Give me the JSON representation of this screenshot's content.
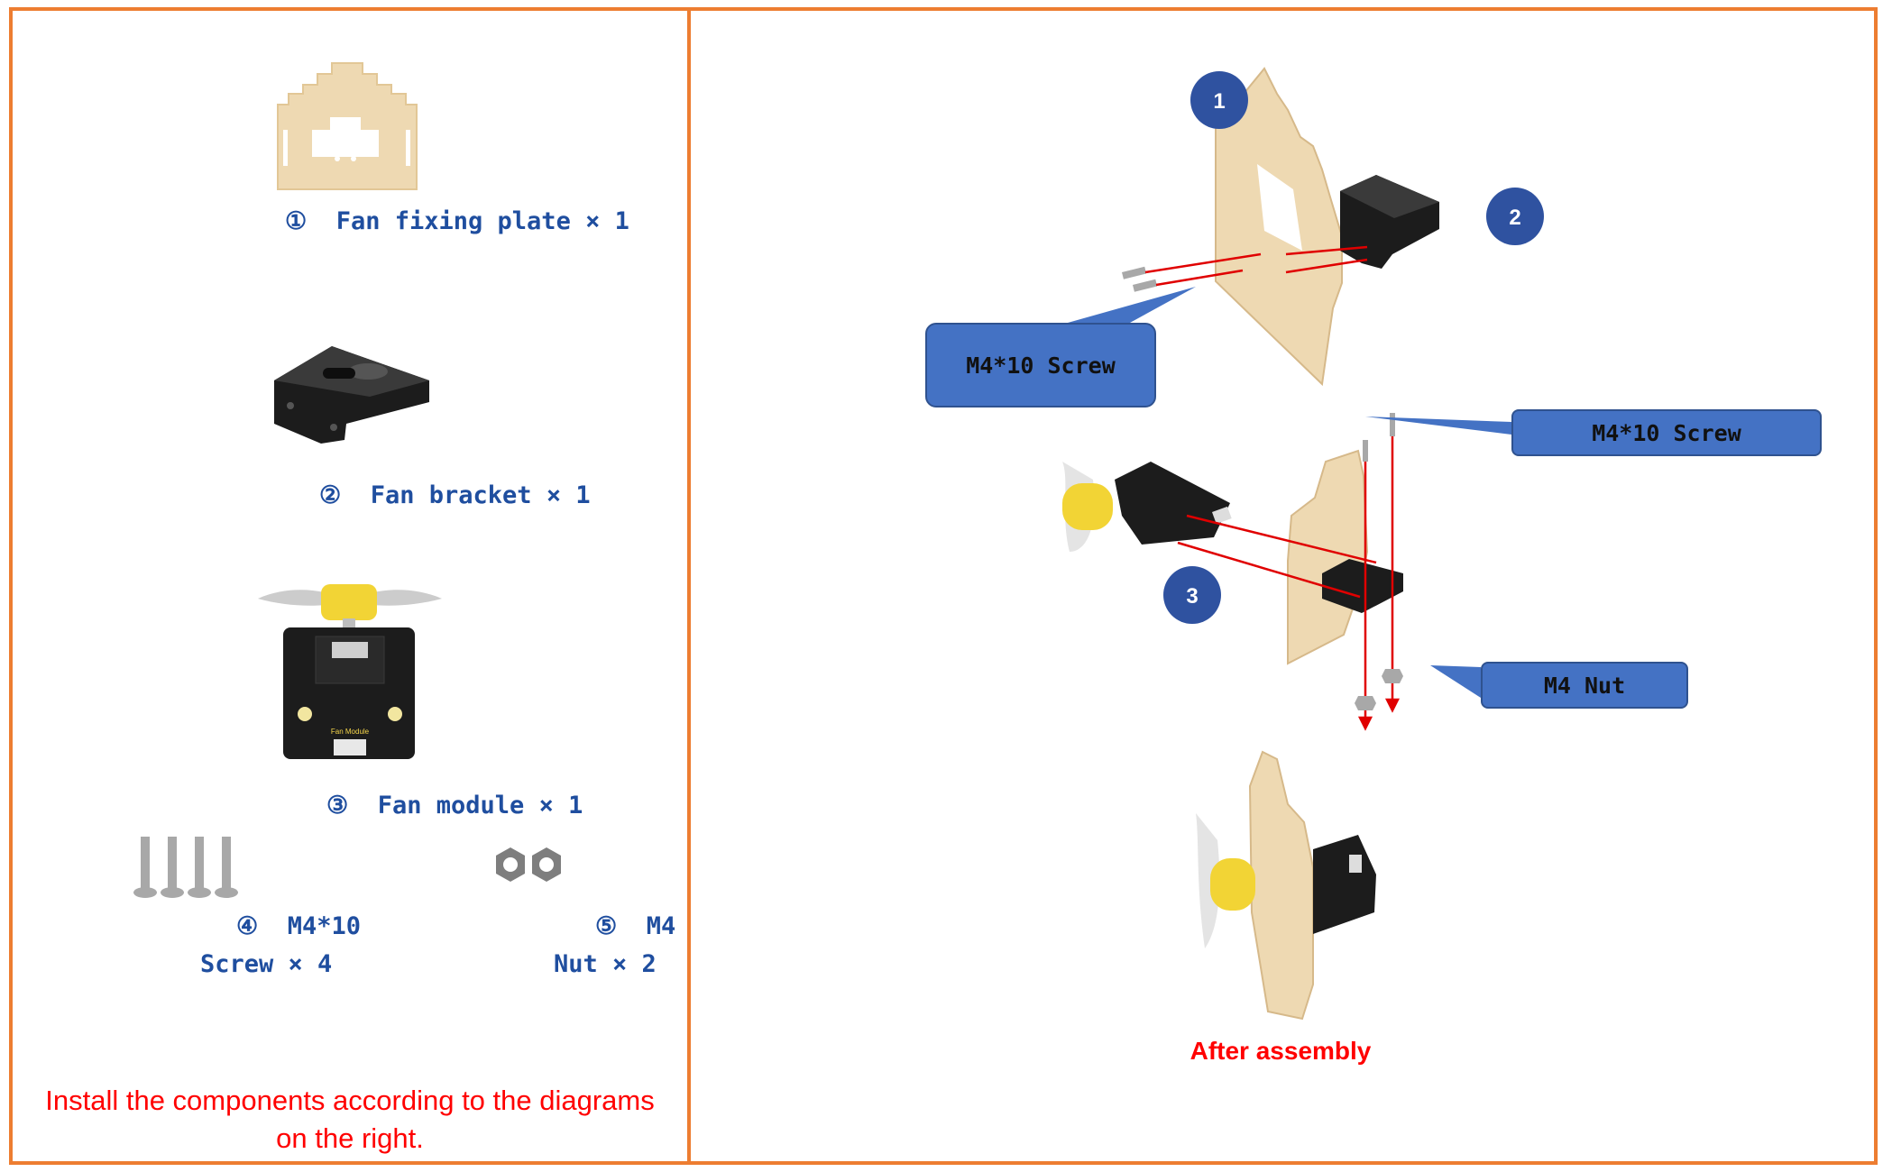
{
  "colors": {
    "frame": "#ED7D31",
    "label_blue": "#1F4E9F",
    "callout_fill": "#4472C4",
    "callout_stroke": "#2F528F",
    "badge_fill": "#2F52A0",
    "note_red": "#FF0000",
    "guide_line_red": "#E00000",
    "wood": "#EED9B2",
    "dark_part": "#1C1C1C"
  },
  "parts_list": {
    "items": [
      {
        "number": "①",
        "text": "Fan fixing plate",
        "qty": "× 1",
        "icon": "wooden-plate-icon"
      },
      {
        "number": "②",
        "text": "Fan bracket",
        "qty": "× 1",
        "icon": "black-bracket-icon"
      },
      {
        "number": "③",
        "text": "Fan module",
        "qty": "× 1",
        "icon": "fan-module-icon"
      },
      {
        "number": "④",
        "text": "M4*10",
        "text2": "Screw",
        "qty": "× 4",
        "icon": "screw-icon"
      },
      {
        "number": "⑤",
        "text": "M4",
        "text2": "Nut",
        "qty": "× 2",
        "icon": "hex-nut-icon"
      }
    ]
  },
  "instruction_note": {
    "line1": "Install the components according to the diagrams",
    "line2": "on the right."
  },
  "diagram": {
    "badges": [
      "1",
      "2",
      "3"
    ],
    "callouts": {
      "screw_top": "M4*10 Screw",
      "screw_right": "M4*10 Screw",
      "nut": "M4 Nut"
    },
    "after_label": "After assembly"
  }
}
